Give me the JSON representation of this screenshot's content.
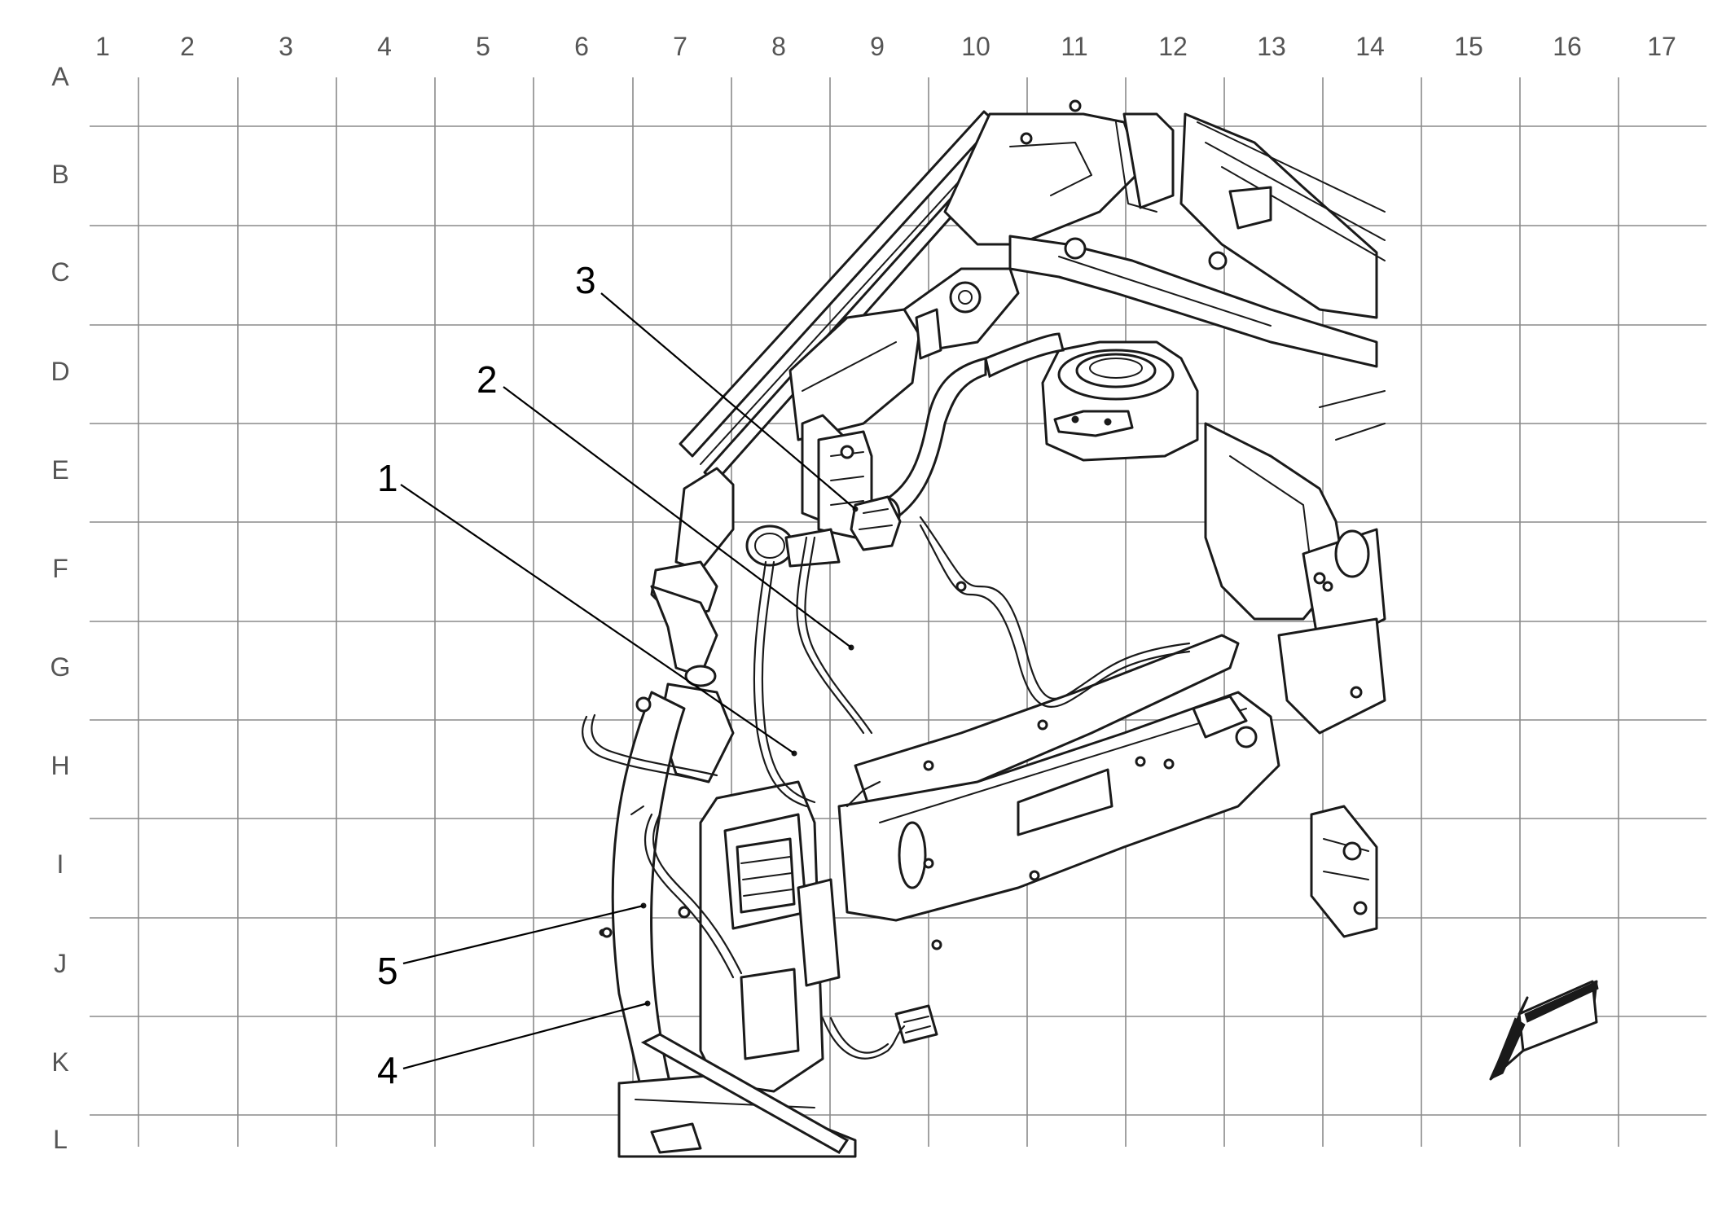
{
  "grid": {
    "columns": [
      "1",
      "2",
      "3",
      "4",
      "5",
      "6",
      "7",
      "8",
      "9",
      "10",
      "11",
      "12",
      "13",
      "14",
      "15",
      "16",
      "17"
    ],
    "rows": [
      "A",
      "B",
      "C",
      "D",
      "E",
      "F",
      "G",
      "H",
      "I",
      "J",
      "K",
      "L"
    ]
  },
  "callouts": [
    {
      "id": "1",
      "label": "1"
    },
    {
      "id": "2",
      "label": "2"
    },
    {
      "id": "3",
      "label": "3"
    },
    {
      "id": "4",
      "label": "4"
    },
    {
      "id": "5",
      "label": "5"
    }
  ],
  "icons": {
    "orientation": "direction-arrow-icon"
  },
  "colors": {
    "grid": "#8a8a8a",
    "line": "#1a1a1a",
    "label": "#555555"
  }
}
